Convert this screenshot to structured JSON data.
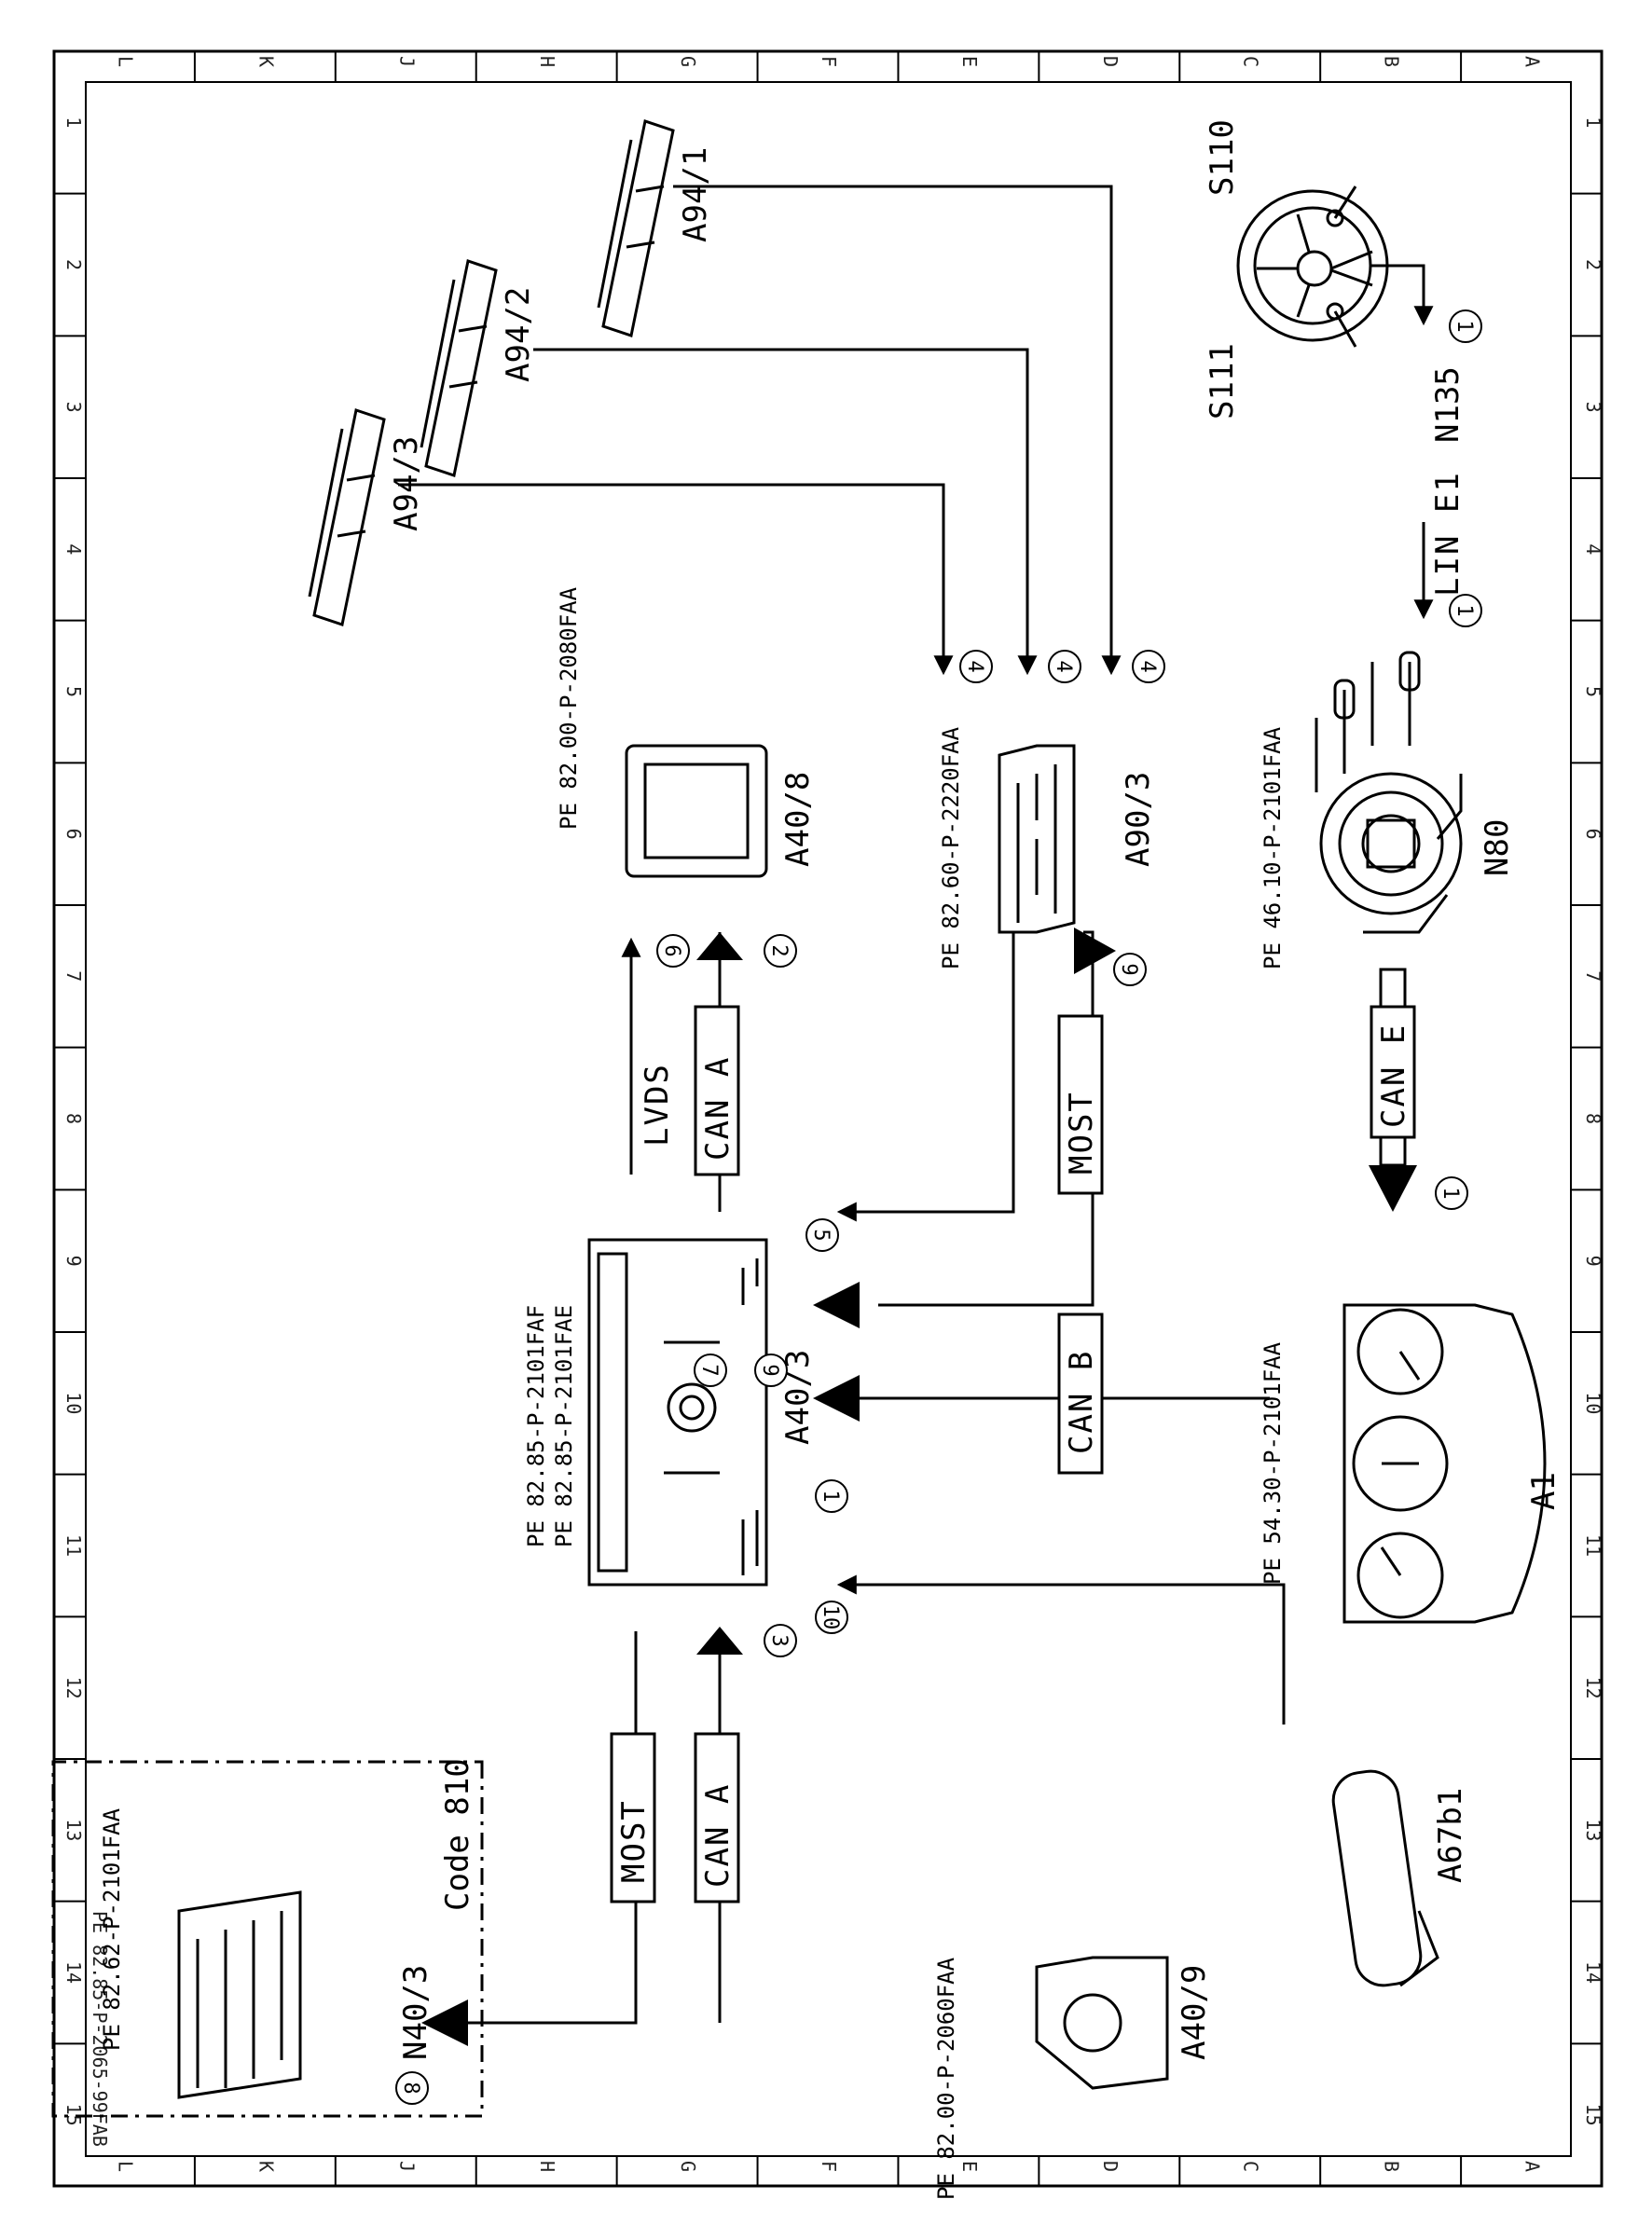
{
  "grid": {
    "cols": [
      "A",
      "B",
      "C",
      "D",
      "E",
      "F",
      "G",
      "H",
      "J",
      "K",
      "L"
    ],
    "rows": [
      "1",
      "2",
      "3",
      "4",
      "5",
      "6",
      "7",
      "8",
      "9",
      "10",
      "11",
      "12",
      "13",
      "14",
      "15"
    ]
  },
  "doc_id": "PE 82.85-P-2065-99FAB",
  "components": {
    "s110": "S110",
    "s111": "S111",
    "n135": "N135",
    "n80": "N80",
    "a1": "A1",
    "a90_3": "A90/3",
    "a94_1": "A94/1",
    "a94_2": "A94/2",
    "a94_3": "A94/3",
    "a40_8": "A40/8",
    "a40_3": "A40/3",
    "a67b1": "A67b1",
    "a40_9": "A40/9",
    "n40_3": "N40/3",
    "code": "Code 810"
  },
  "refs": {
    "n80": "PE 46.10-P-2101FAA",
    "a1": "PE 54.30-P-2101FAA",
    "a90_3": "PE 82.60-P-2220FAA",
    "a40_8": "PE 82.00-P-2080FAA",
    "a40_3_a": "PE 82.85-P-2101FAE",
    "a40_3_b": "PE 82.85-P-2101FAF",
    "a40_9": "PE 82.00-P-2060FAA",
    "n40_3": "PE 82.62-P-2101FAA"
  },
  "buses": {
    "lin_e1": "LIN E1",
    "can_e": "CAN E",
    "can_b": "CAN B",
    "most_top": "MOST",
    "can_a_top": "CAN A",
    "lvds": "LVDS",
    "can_a_bottom": "CAN A",
    "most_bottom": "MOST"
  },
  "callouts": {
    "c_n135_top": "1",
    "c_n135_bot": "1",
    "c_a94_1": "4",
    "c_a94_2": "4",
    "c_a94_3": "4",
    "c_most_top": "9",
    "c_can_a_top": "2",
    "c_lvds": "6",
    "c_cane": "1",
    "c_5": "5",
    "c_7": "7",
    "c_9": "9",
    "c_1": "1",
    "c_10": "10",
    "c_3": "3",
    "c_8": "8"
  }
}
